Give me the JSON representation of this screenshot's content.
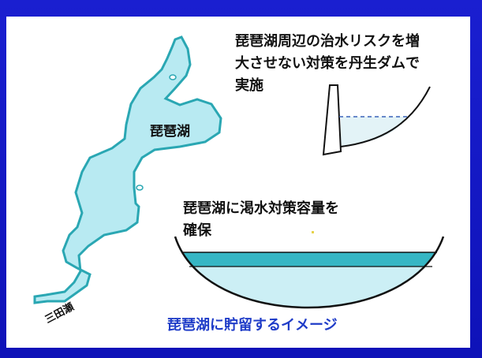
{
  "slide": {
    "lake_label": "琵琶湖",
    "river_label": "三田瀬",
    "dam_caption": [
      "琵琶湖周辺の治水リスクを増",
      "大させない対策を丹生ダムで",
      "実施"
    ],
    "lake_caption": [
      "琵琶湖に渇水対策容量を",
      "確保"
    ],
    "storage_image_label": "琵琶湖に貯留するイメージ",
    "colors": {
      "background": "#1313c4",
      "panel": "#ffffff",
      "lake_fill": "#b8eaf2",
      "lake_outline": "#2aa7b3",
      "storage_band": "#36b6c4",
      "bowl_fill": "#cceff5",
      "storage_label": "#1f3cc8",
      "dashed_line": "#3a63b8",
      "text": "#111111"
    }
  }
}
